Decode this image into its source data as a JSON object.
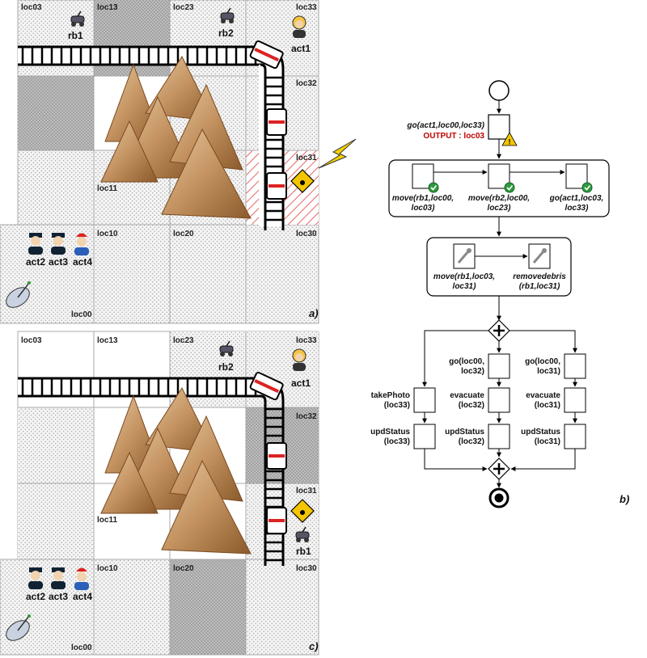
{
  "panel_a": {
    "label": "a)",
    "locations": [
      "loc03",
      "loc13",
      "loc23",
      "loc33",
      "loc32",
      "loc31",
      "loc11",
      "loc10",
      "loc20",
      "loc30",
      "loc00"
    ],
    "entities": [
      "rb1",
      "rb2",
      "act1",
      "act2",
      "act3",
      "act4"
    ]
  },
  "panel_c": {
    "label": "c)",
    "locations": [
      "loc03",
      "loc13",
      "loc23",
      "loc33",
      "loc32",
      "loc31",
      "loc11",
      "loc10",
      "loc20",
      "loc30",
      "loc00"
    ],
    "entities": [
      "rb2",
      "act1",
      "rb1",
      "act2",
      "act3",
      "act4"
    ]
  },
  "panel_b": {
    "label": "b)",
    "task_go": {
      "l1": "go(act1,loc00,loc33)",
      "output": "OUTPUT : loc03"
    },
    "group1": [
      {
        "l1": "move(rb1,loc00,",
        "l2": "loc03)"
      },
      {
        "l1": "move(rb2,loc00,",
        "l2": "loc23)"
      },
      {
        "l1": "go(act1,loc03,",
        "l2": "loc33)"
      }
    ],
    "group2": [
      {
        "l1": "move(rb1,loc03,",
        "l2": "loc31)"
      },
      {
        "l1": "removedebris",
        "l2": "(rb1,loc31)"
      }
    ],
    "branch1": [
      {
        "l1": "takePhoto",
        "l2": "(loc33)"
      },
      {
        "l1": "updStatus",
        "l2": "(loc33)"
      }
    ],
    "branch2": [
      {
        "l1": "go(loc00,",
        "l2": "loc32)"
      },
      {
        "l1": "evacuate",
        "l2": "(loc32)"
      },
      {
        "l1": "updStatus",
        "l2": "(loc32)"
      }
    ],
    "branch3": [
      {
        "l1": "go(loc00,",
        "l2": "loc31)"
      },
      {
        "l1": "evacuate",
        "l2": "(loc31)"
      },
      {
        "l1": "updStatus",
        "l2": "(loc31)"
      }
    ]
  },
  "colors": {
    "output": "#c00000",
    "check": "#2e9a3e",
    "warning": "#f2c500"
  }
}
